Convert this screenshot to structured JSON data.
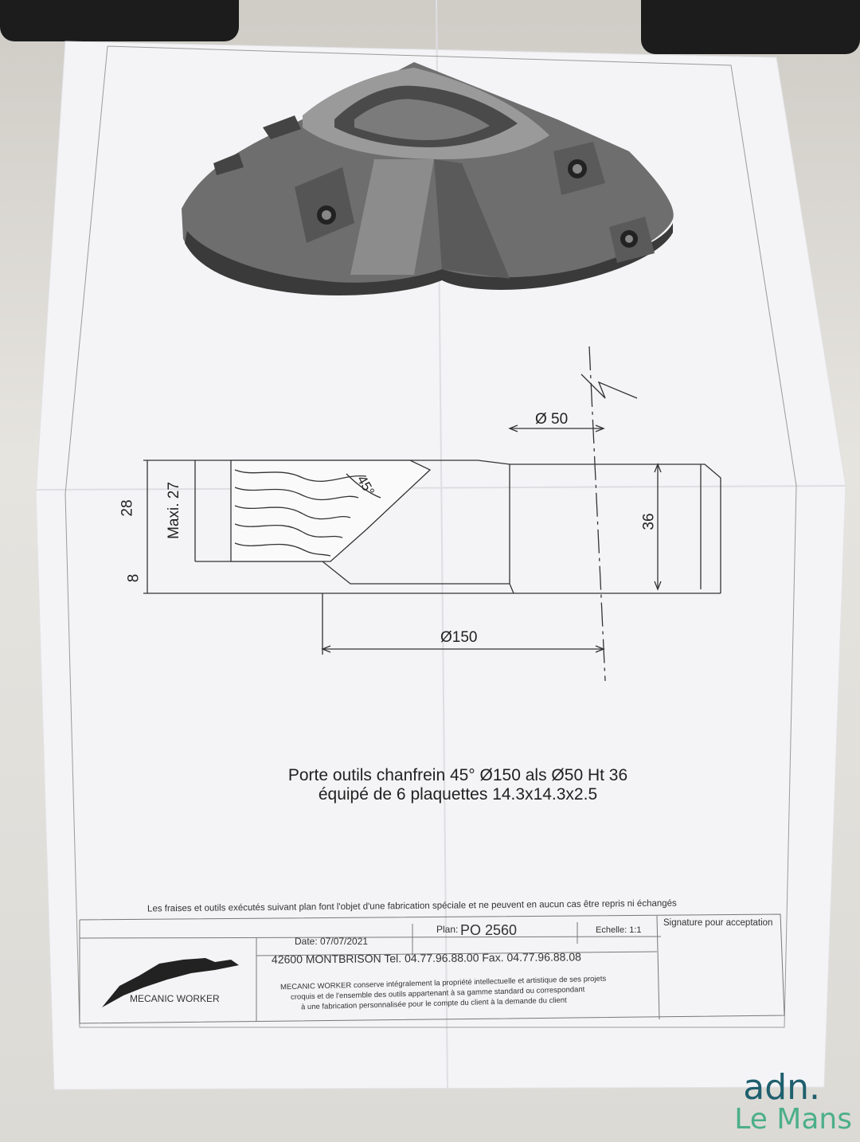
{
  "drawing": {
    "dimensions": {
      "bore_diameter": "Ø 50",
      "outer_diameter": "Ø150",
      "height_total": "28",
      "max_cut": "Maxi. 27",
      "angle": "45°",
      "body_height": "36",
      "offset": "8"
    },
    "description_line1": "Porte outils chanfrein 45° Ø150 als Ø50 Ht 36",
    "description_line2": "équipé de 6 plaquettes 14.3x14.3x2.5"
  },
  "title_block": {
    "disclaimer": "Les fraises et outils exécutés suivant plan font l'objet d'une fabrication spéciale et ne peuvent en aucun cas être repris ni échangés",
    "date": "Date: 07/07/2021",
    "plan_label": "Plan:",
    "plan_number": "PO 2560",
    "scale": "Echelle: 1:1",
    "signature": "Signature pour acceptation",
    "company_logo_text": "MECANIC WORKER",
    "address": "42600 MONTBRISON Tel. 04.77.96.88.00 Fax. 04.77.96.88.08",
    "ip_line1": "MECANIC WORKER conserve intégralement la propriété intellectuelle et artistique de ses projets",
    "ip_line2": "croquis et de l'ensemble des outils appartenant à sa gamme standard ou correspondant",
    "ip_line3": "à une fabrication personnalisée pour le compte du client à la demande du client"
  },
  "watermark": {
    "brand": "adn.",
    "city": "Le Mans",
    "brand_color": "#1f5f6e",
    "city_color": "#4caf8a"
  }
}
